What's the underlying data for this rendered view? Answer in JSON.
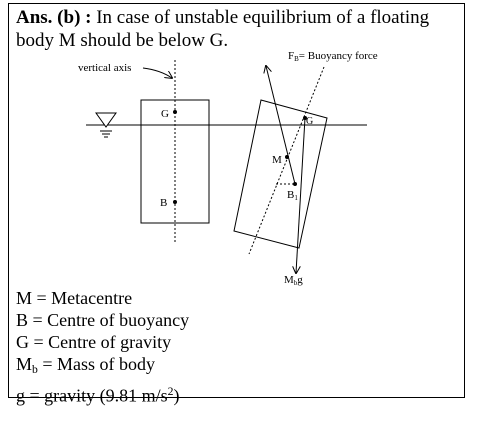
{
  "answer": {
    "prefix": "Ans. (b) :",
    "text": " In case of unstable equilibrium of a floating body M should be below G."
  },
  "diagram": {
    "vertical_axis_label": "vertical axis",
    "buoyancy_label": "F",
    "buoyancy_sub": "B",
    "buoyancy_rest": "= Buoyancy force",
    "left_body": {
      "g_label": "G",
      "b_label": "B"
    },
    "right_body": {
      "g_label": "G",
      "m_label": "M",
      "b1_label": "B",
      "b1_sub": "1",
      "weight_label": "M",
      "weight_sub": "b",
      "weight_rest": "g"
    }
  },
  "legend": {
    "m_line": "M = Metacentre",
    "b_line": "B = Centre of buoyancy",
    "g_line": "G = Centre of gravity",
    "mb_symbol": "M",
    "mb_sub": "b",
    "mb_rest": " = Mass of body",
    "gravity_text": "g = gravity (9.81 m/s",
    "gravity_sup": "2",
    "gravity_close": ")"
  }
}
